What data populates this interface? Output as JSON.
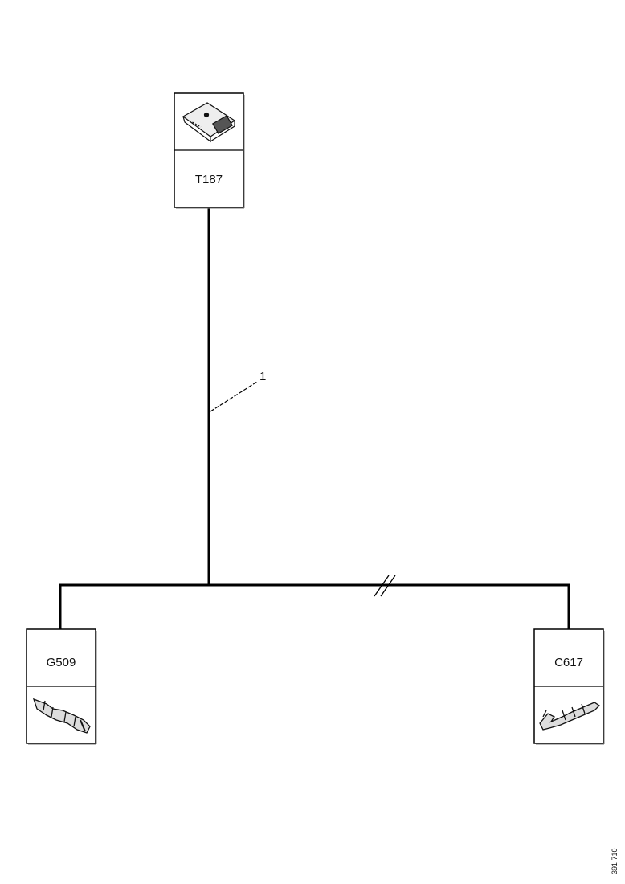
{
  "diagram": {
    "connectors": [
      {
        "id": "top",
        "code": "T187",
        "icon": "connector-housing-icon"
      },
      {
        "id": "left",
        "code": "G509",
        "icon": "terminal-pin-icon"
      },
      {
        "id": "right",
        "code": "C617",
        "icon": "terminal-clip-icon"
      }
    ],
    "wire_label": "1",
    "document_number": "391 710"
  }
}
